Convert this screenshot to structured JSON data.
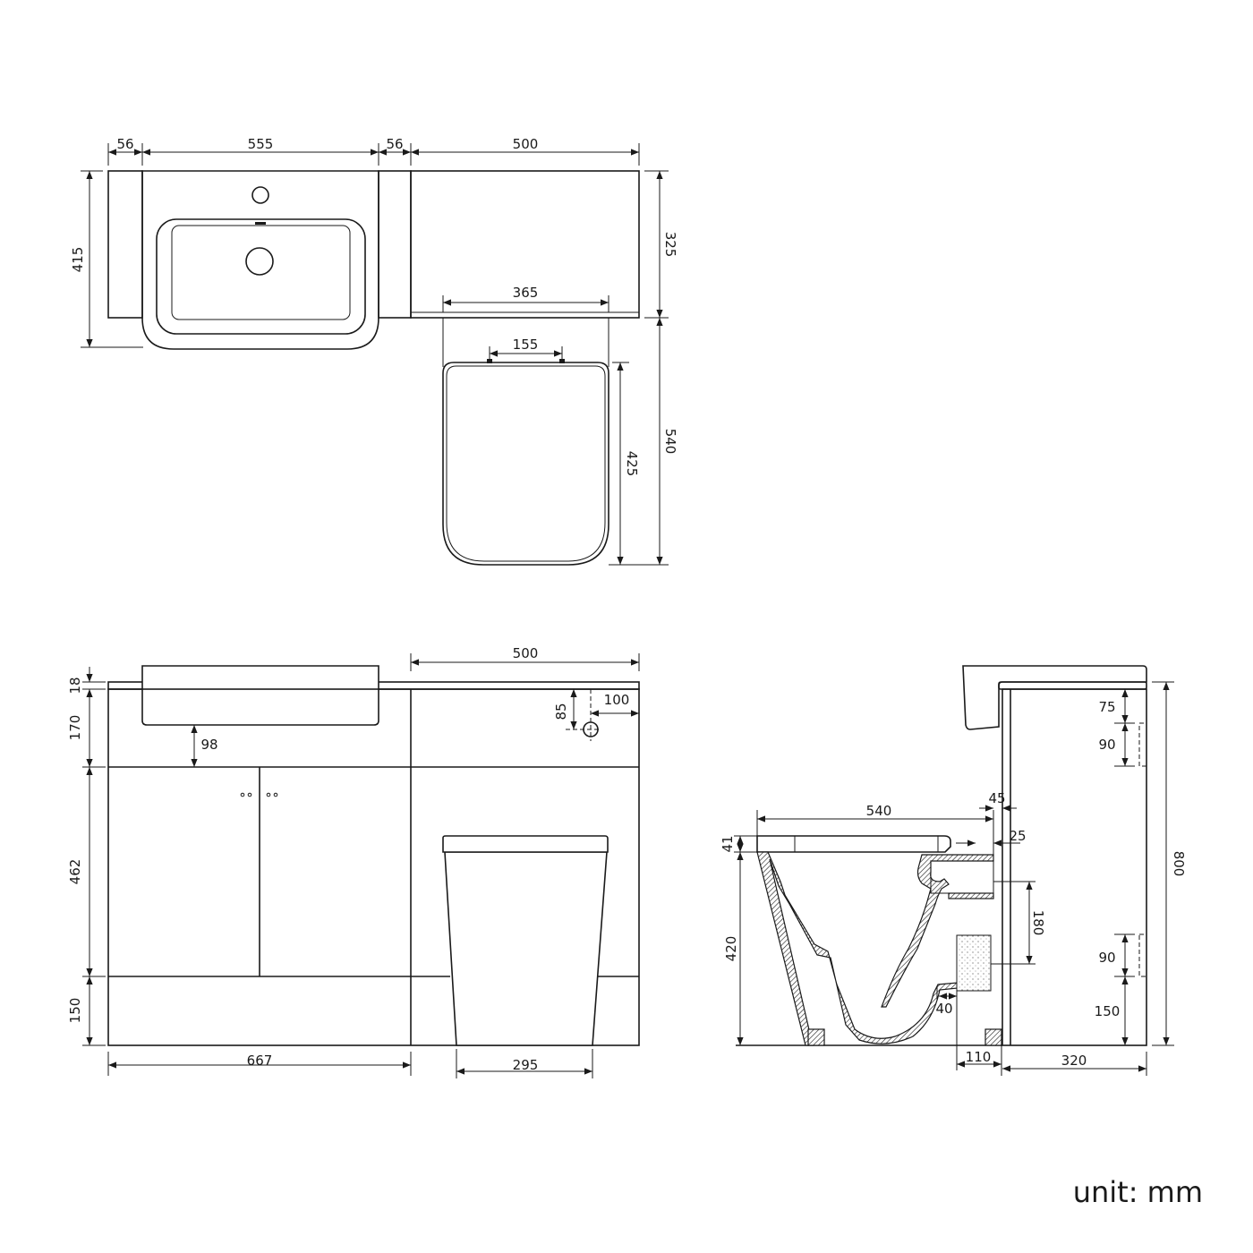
{
  "top_view": {
    "dims": {
      "left_panel": "56",
      "basin": "555",
      "mid_panel": "56",
      "cabinet": "500",
      "depth_total": "415",
      "cabinet_depth": "325",
      "toilet_projection": "540",
      "seat_width": "365",
      "hinge_spacing": "155",
      "seat_length": "425"
    }
  },
  "front_view": {
    "dims": {
      "worktop": "18",
      "top_rail": "170",
      "doors": "462",
      "plinth": "150",
      "cabinet_width": "500",
      "basin_drop": "98",
      "pipe_height": "85",
      "pipe_offset": "100",
      "vanity_width": "667",
      "toilet_base": "295"
    }
  },
  "side_view": {
    "dims": {
      "total_height": "800",
      "top_offset": "75",
      "upper_cutout": "90",
      "lower_cutout": "90",
      "bottom_offset": "150",
      "toilet_length": "540",
      "gap_top": "45",
      "seat_gap": "25",
      "seat_thickness": "41",
      "toilet_height": "420",
      "outlet_height": "180",
      "outlet_step": "40",
      "outlet_depth": "110",
      "cabinet_depth": "320"
    }
  },
  "unit_label": "unit: mm"
}
